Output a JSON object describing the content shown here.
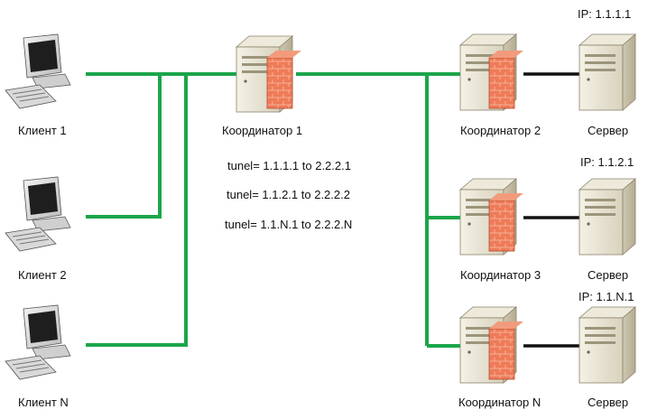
{
  "clients": [
    {
      "label": "Клиент 1"
    },
    {
      "label": "Клиент 2"
    },
    {
      "label": "Клиент N"
    }
  ],
  "hub": {
    "label": "Координатор 1"
  },
  "tunnels": [
    "tunel= 1.1.1.1 to 2.2.2.1",
    "tunel= 1.1.2.1 to 2.2.2.2",
    "tunel= 1.1.N.1 to 2.2.2.N"
  ],
  "branches": [
    {
      "coordinator": "Координатор 2",
      "server": "Сервер",
      "ip": "IP: 1.1.1.1"
    },
    {
      "coordinator": "Координатор 3",
      "server": "Сервер",
      "ip": "IP: 1.1.2.1"
    },
    {
      "coordinator": "Координатор  N",
      "server": "Сервер",
      "ip": "IP: 1.1.N.1"
    }
  ],
  "colors": {
    "link_green": "#1aa64a",
    "link_black": "#111111",
    "firewall_brick": "#e8704f",
    "server_body": "#e9e4d2"
  }
}
